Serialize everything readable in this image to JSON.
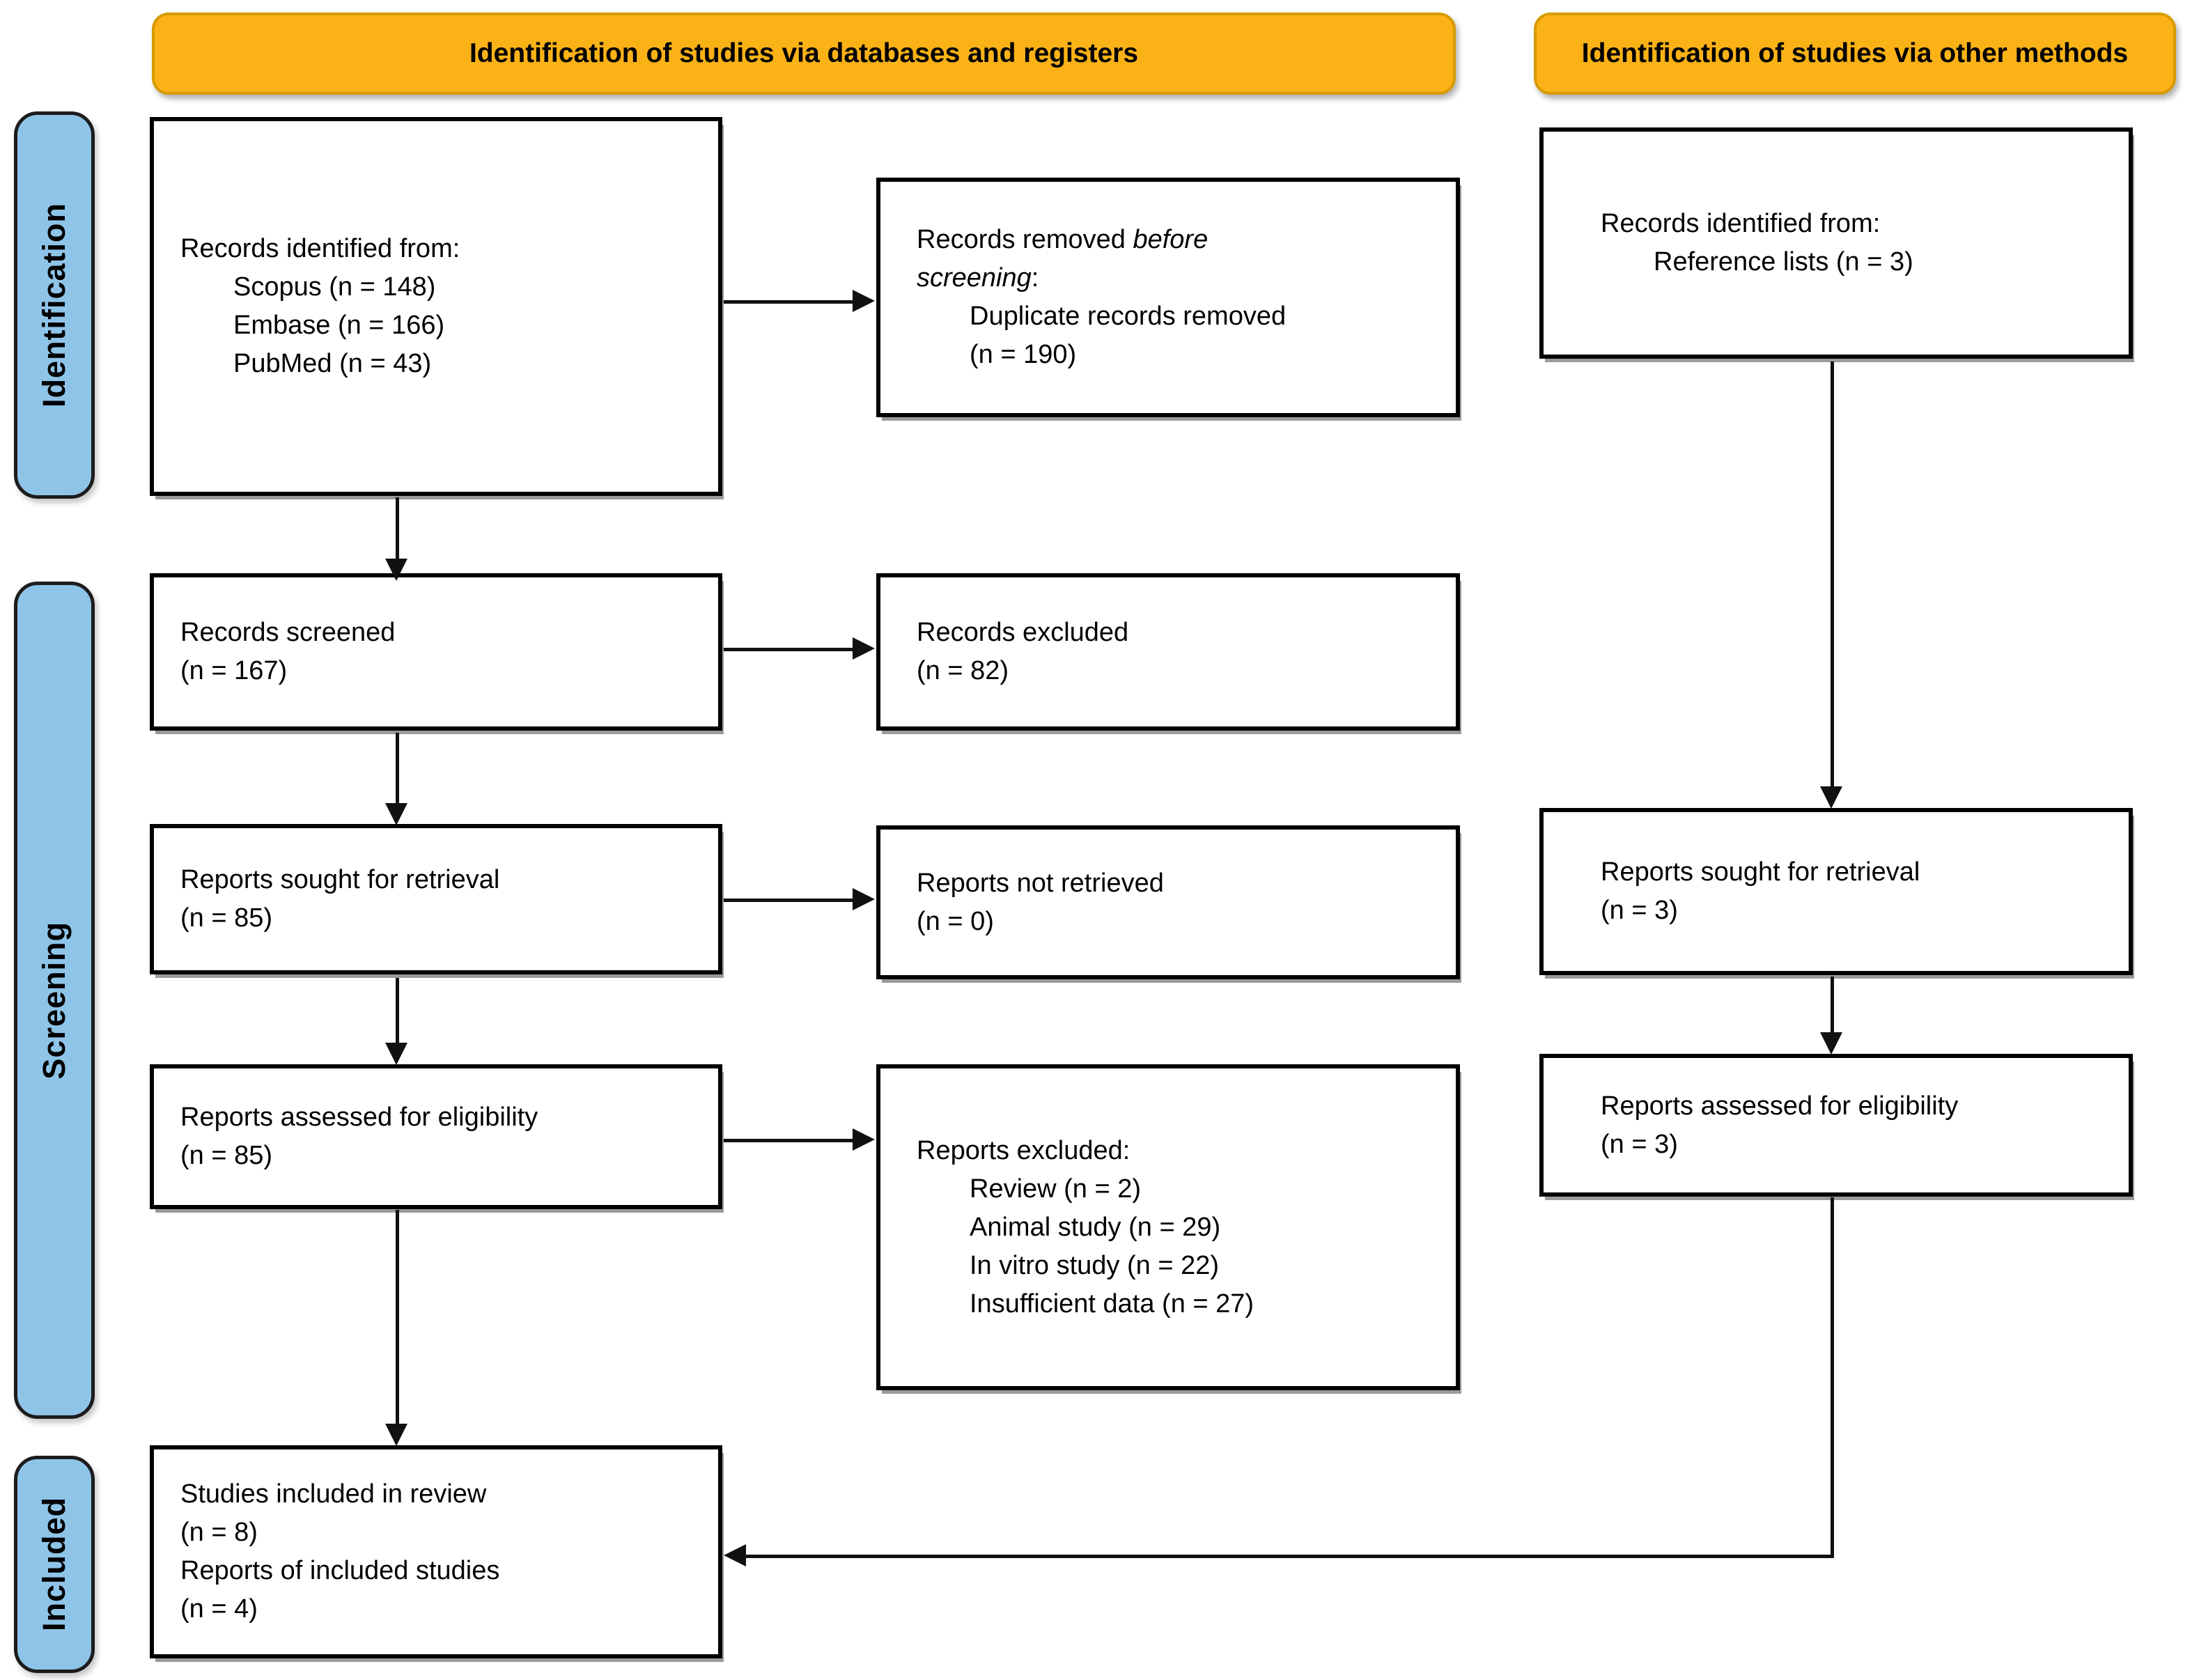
{
  "colors": {
    "banner_fill": "#FBB217",
    "banner_border": "#D79B00",
    "stage_fill": "#8FC4E9",
    "box_border": "#000000",
    "arrow": "#111111",
    "text": "#000000"
  },
  "banners": {
    "databases": "Identification of studies via databases and registers",
    "other": "Identification of studies via other methods"
  },
  "stages": {
    "identification": "Identification",
    "screening": "Screening",
    "included": "Included"
  },
  "boxes": {
    "records_identified_db": {
      "lines": [
        "Records identified from:",
        "Scopus (n = 148)",
        "Embase (n = 166)",
        "PubMed (n = 43)"
      ]
    },
    "records_removed": {
      "line1_pre": "Records removed ",
      "line1_italic": "before",
      "line2_italic": "screening",
      "line2_post": ":",
      "lines": [
        "Duplicate records removed",
        "(n = 190)"
      ]
    },
    "records_identified_other": {
      "lines": [
        "Records identified from:",
        "Reference lists (n = 3)"
      ]
    },
    "records_screened": {
      "lines": [
        "Records screened",
        "(n = 167)"
      ]
    },
    "records_excluded": {
      "lines": [
        "Records excluded",
        "(n = 82)"
      ]
    },
    "reports_sought_db": {
      "lines": [
        "Reports sought for retrieval",
        "(n = 85)"
      ]
    },
    "reports_not_retrieved": {
      "lines": [
        "Reports not retrieved",
        "(n = 0)"
      ]
    },
    "reports_sought_other": {
      "lines": [
        "Reports sought for retrieval",
        "(n = 3)"
      ]
    },
    "reports_assessed_db": {
      "lines": [
        "Reports assessed for eligibility",
        "(n = 85)"
      ]
    },
    "reports_excluded": {
      "lines": [
        "Reports excluded:",
        "Review (n = 2)",
        "Animal study (n = 29)",
        "In vitro study (n = 22)",
        "Insufficient data (n = 27)"
      ]
    },
    "reports_assessed_other": {
      "lines": [
        "Reports assessed for eligibility",
        "(n = 3)"
      ]
    },
    "studies_included": {
      "lines": [
        "Studies included in review",
        "(n = 8)",
        "Reports of included studies",
        "(n = 4)"
      ]
    }
  }
}
